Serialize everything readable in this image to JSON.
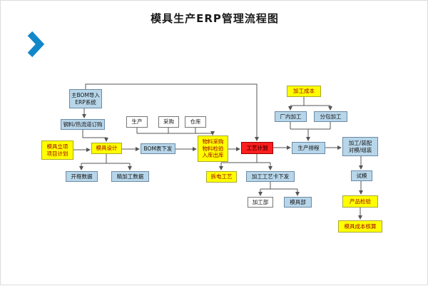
{
  "title": "模具生产ERP管理流程图",
  "colors": {
    "node_blue": "#b8d6ea",
    "node_yellow": "#ffff00",
    "node_red": "#ff1f1f",
    "node_white": "#ffffff",
    "chevron_blue": "#1287c9",
    "connector": "#555555"
  },
  "icons": {
    "chevron": "chevron-right-icon"
  },
  "nodes": {
    "main_bom": "主BOM导入\nERP系统",
    "steel_order": "钢料/热流道订购",
    "production": "生产",
    "purchasing": "采购",
    "warehouse": "仓库",
    "project_init": "模具立项\n项目计划",
    "mold_design": "模具设计",
    "bom_issue": "BOM表下发",
    "material": "物料采购\n物料检验\n入库出库",
    "process_plan": "工艺计划",
    "prod_schedule": "生产排程",
    "assembly": "加工/装配\n对模/组装",
    "processing_cost": "加工成本",
    "inhouse": "厂内加工",
    "subcontract": "分包加工",
    "frame_data": "开框数据",
    "finish_data": "精加工数据",
    "electrode": "拆电工艺",
    "card_issue": "加工工艺卡下发",
    "trial": "试模",
    "processing_dept": "加工部",
    "mold_dept": "模具部",
    "product_inspect": "产品检验",
    "cost_accounting": "模具成本核算"
  }
}
